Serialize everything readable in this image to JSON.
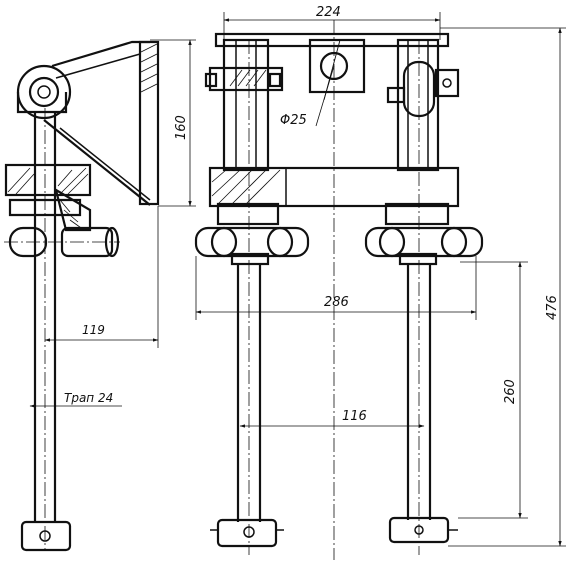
{
  "drawing": {
    "dimensions": {
      "width_top": "224",
      "height_left": "160",
      "bore": "Φ25",
      "offset_119": "119",
      "thread": "Трап 24",
      "span_286": "286",
      "height_260": "260",
      "total_476": "476",
      "spacing_116": "116"
    }
  }
}
